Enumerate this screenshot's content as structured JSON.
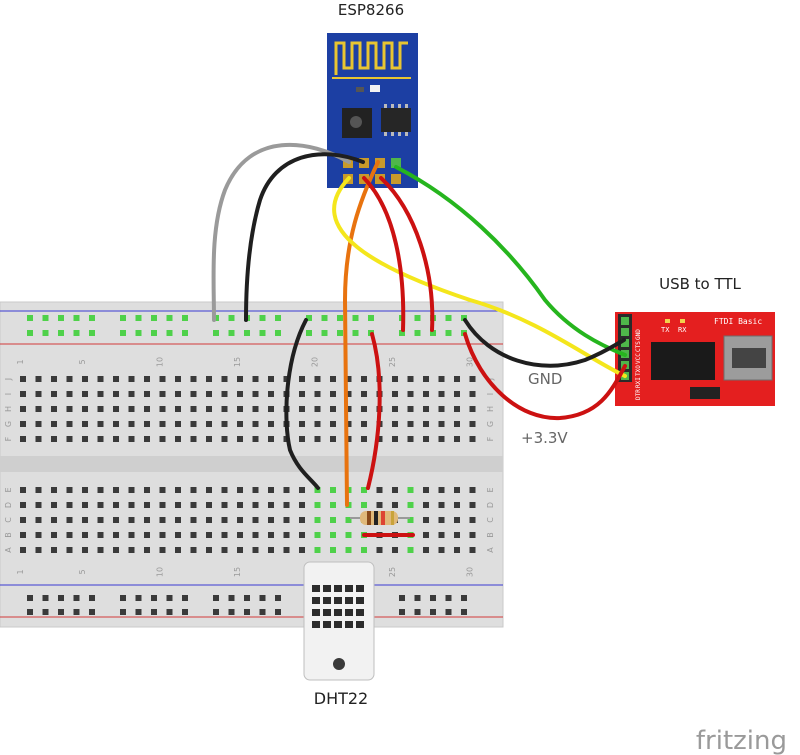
{
  "labels": {
    "esp": "ESP8266",
    "usb": "USB to TTL",
    "gnd": "GND",
    "v33": "+3.3V",
    "dht": "DHT22",
    "logo": "fritzing"
  },
  "ftdi": {
    "title": "FTDI Basic",
    "tx": "TX",
    "rx": "RX",
    "pins": [
      "DTR",
      "RXI",
      "TXO",
      "VCC",
      "CTS",
      "GND"
    ]
  },
  "breadboard": {
    "column_numbers": [
      "1",
      "5",
      "10",
      "15",
      "20",
      "25",
      "30"
    ],
    "row_letters_top": [
      "J",
      "I",
      "H",
      "G",
      "F"
    ],
    "row_letters_bottom": [
      "E",
      "D",
      "C",
      "B",
      "A"
    ]
  },
  "wire_colors": {
    "grey": "#9a9a9a",
    "black": "#1f1f1f",
    "orange": "#e8730f",
    "yellow": "#f4e61c",
    "red": "#cc1111",
    "green": "#26b51e"
  },
  "colors": {
    "esp_board": "#1c3fa3",
    "ftdi_board": "#e41f1f",
    "breadboard": "#dcdcdc",
    "sensor": "#f2f2f2"
  }
}
